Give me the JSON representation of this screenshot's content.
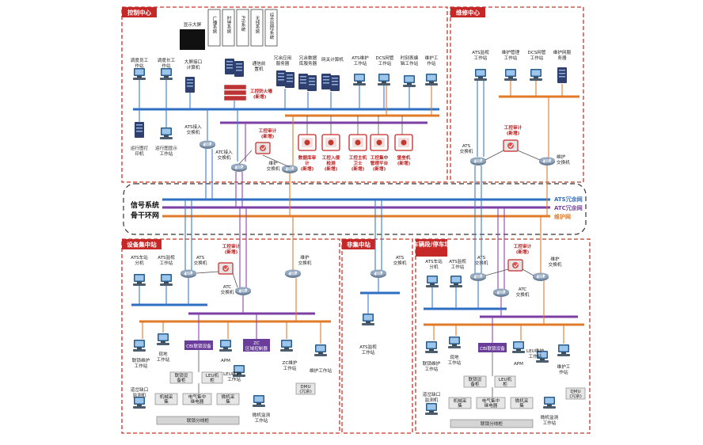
{
  "zones": {
    "control": "控制中心",
    "maintenance": "维修中心",
    "equipment_station": "设备集中站",
    "non_equipment_station": "非集中站",
    "depot": "车辆段/停车场"
  },
  "backbone": {
    "title_line1": "信号系统",
    "title_line2": "骨干环网",
    "ats_net": "ATS冗余网",
    "atc_net": "ATC冗余网",
    "maint_net": "维护网"
  },
  "control_center": {
    "top_items": [
      "广播系统",
      "时钟系统",
      "PIS系统",
      "无线系统",
      "综合监控系统"
    ],
    "big_screen": "显示大屏",
    "workstations": [
      {
        "l1": "调度员工",
        "l2": "作站"
      },
      {
        "l1": "调度长工",
        "l2": "作站"
      },
      {
        "l1": "大屏接口",
        "l2": "计算机"
      },
      {
        "l1": "通信前",
        "l2": "置机"
      },
      {
        "l1": "冗余应用",
        "l2": "服务器"
      },
      {
        "l1": "冗余数据",
        "l2": "库服务器"
      },
      {
        "l1": "网关计算机",
        "l2": ""
      },
      {
        "l1": "ATS维护",
        "l2": "工作站"
      },
      {
        "l1": "DCS网管",
        "l2": "工作站"
      },
      {
        "l1": "时刻表编",
        "l2": "辑工作站"
      },
      {
        "l1": "维护工",
        "l2": "作站"
      }
    ],
    "firewall": "工控防火墙",
    "new_tag": "(新增)",
    "bottom_left": [
      {
        "l1": "运行图打",
        "l2": "印机"
      },
      {
        "l1": "运行图显示",
        "l2": "工作站"
      }
    ],
    "switches": [
      {
        "l1": "ATS接入",
        "l2": "交换机"
      },
      {
        "l1": "ATC接入",
        "l2": "交换机"
      },
      {
        "l1": "维护",
        "l2": "交换机"
      }
    ],
    "audit": "工控审计",
    "security_items": [
      {
        "l1": "数据库审",
        "l2": "计"
      },
      {
        "l1": "工控入侵",
        "l2": "检测"
      },
      {
        "l1": "工控主机",
        "l2": "卫士"
      },
      {
        "l1": "工控集中",
        "l2": "管理平台"
      },
      {
        "l1": "堡垒机",
        "l2": ""
      }
    ]
  },
  "maintenance_center": {
    "workstations": [
      {
        "l1": "ATS监视",
        "l2": "工作站"
      },
      {
        "l1": "维护管理",
        "l2": "工作站"
      },
      {
        "l1": "DCS网管",
        "l2": "工作站"
      },
      {
        "l1": "维护网服",
        "l2": "务器"
      }
    ],
    "audit": "工控审计",
    "new_tag": "(新增)",
    "ats_switch": {
      "l1": "ATS",
      "l2": "交换机"
    },
    "maint_switch": {
      "l1": "维护",
      "l2": "交换机"
    }
  },
  "equipment_station": {
    "audit": "工控审计",
    "new_tag": "(新增)",
    "workstations": [
      {
        "l1": "ATS车站",
        "l2": "分机"
      },
      {
        "l1": "ATS监视",
        "l2": "工作站"
      }
    ],
    "ats_switch": {
      "l1": "ATS",
      "l2": "交换机"
    },
    "maint_switch": {
      "l1": "维护",
      "l2": "交换机"
    },
    "atc_switch": {
      "l1": "ATC",
      "l2": "交换机"
    },
    "cbi": "CBI联锁设备",
    "zc": "ZC",
    "zc2": "区域控制器",
    "lower": [
      {
        "l1": "联锁维护",
        "l2": "工作站"
      },
      {
        "l1": "现地",
        "l2": "工作站"
      },
      {
        "l1": "APM",
        "l2": ""
      },
      {
        "l1": "LEU维护",
        "l2": "工作站"
      },
      {
        "l1": "ZC维护",
        "l2": "工作站"
      },
      {
        "l1": "维护工作站",
        "l2": ""
      },
      {
        "l1": "道岔缺口",
        "l2": "监测机"
      },
      {
        "l1": "微机监测",
        "l2": "工作站"
      }
    ],
    "boxes": [
      {
        "l1": "联锁设",
        "l2": "备柜"
      },
      {
        "l1": "LEU机",
        "l2": "柜"
      },
      {
        "l1": "机械采",
        "l2": "集"
      },
      {
        "l1": "电气集中",
        "l2": "继电器"
      },
      {
        "l1": "微机采",
        "l2": "集"
      },
      {
        "l1": "DMU",
        "l2": "(冗余)"
      }
    ],
    "bottom_bar": "联锁分线柜"
  },
  "non_equipment_station": {
    "ats_switch": {
      "l1": "ATS",
      "l2": "交换机"
    },
    "workstation": {
      "l1": "ATS监视",
      "l2": "工作站"
    }
  },
  "depot": {
    "audit": "工控审计",
    "new_tag": "(新增)",
    "workstations": [
      {
        "l1": "ATS车站",
        "l2": "分机"
      },
      {
        "l1": "ATS监视",
        "l2": "工作站"
      }
    ],
    "ats_switch": {
      "l1": "ATS",
      "l2": "交换机"
    },
    "maint_switch": {
      "l1": "维护",
      "l2": "交换机"
    },
    "atc_switch": {
      "l1": "ATC",
      "l2": "交换机"
    },
    "cbi": "CBI联锁设备",
    "lower": [
      {
        "l1": "联锁维护",
        "l2": "工作站"
      },
      {
        "l1": "现地",
        "l2": "工作站"
      },
      {
        "l1": "APM",
        "l2": ""
      },
      {
        "l1": "LEU维护",
        "l2": "工作站"
      },
      {
        "l1": "维护工",
        "l2": "作站"
      },
      {
        "l1": "道岔缺口",
        "l2": "监测机"
      },
      {
        "l1": "微机监测",
        "l2": "工作站"
      }
    ],
    "boxes": [
      {
        "l1": "联锁设",
        "l2": "备柜"
      },
      {
        "l1": "LEU机",
        "l2": "柜"
      },
      {
        "l1": "机械采",
        "l2": "集"
      },
      {
        "l1": "电气集中",
        "l2": "继电器"
      },
      {
        "l1": "微机采",
        "l2": "集"
      },
      {
        "l1": "DMU",
        "l2": "(冗余)"
      }
    ],
    "bottom_bar": "联锁分线柜"
  },
  "colors": {
    "zone_border": "#c0392b",
    "ats_bus": "#2e6fc2",
    "atc_bus": "#7b3fa6",
    "maint_bus": "#e07b2a",
    "new_device": "#c62828"
  },
  "icons": [
    "workstation-icon",
    "server-icon",
    "switch-icon",
    "firewall-icon",
    "audit-device-icon",
    "printer-icon",
    "big-screen-icon"
  ]
}
